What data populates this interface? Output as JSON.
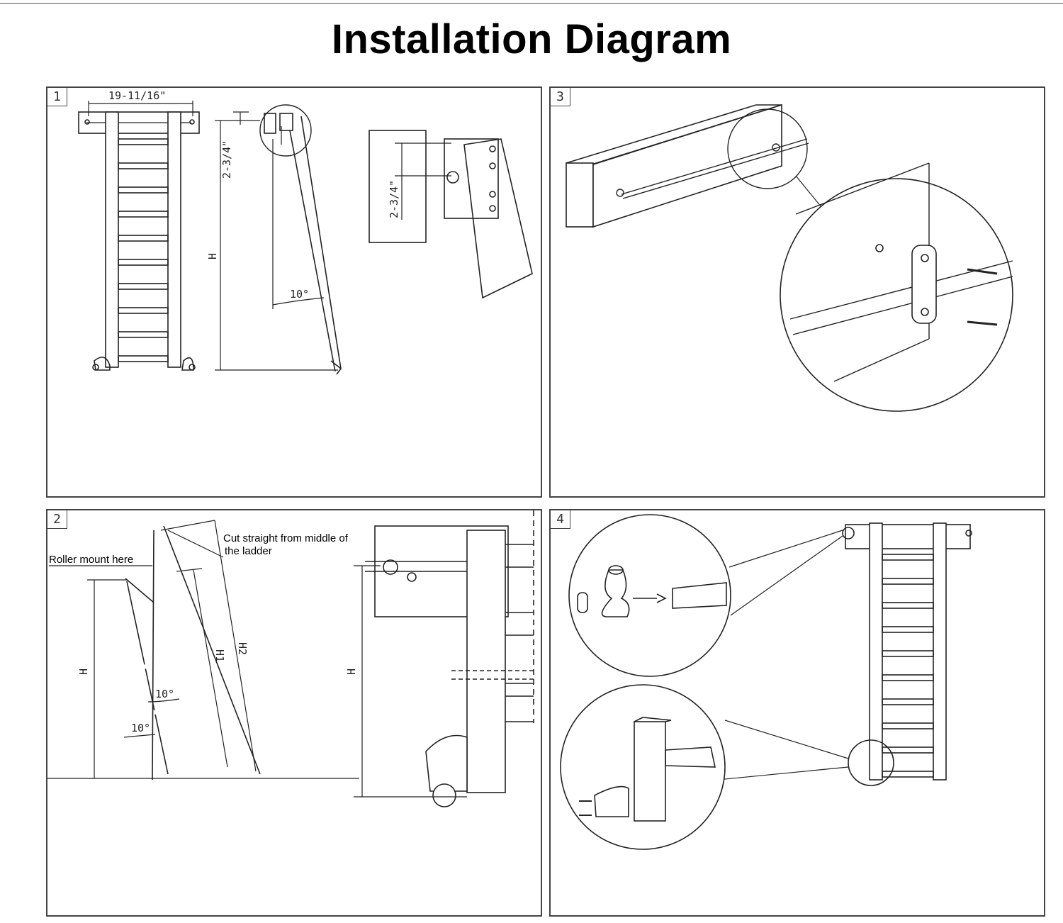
{
  "title": "Installation Diagram",
  "panels": [
    {
      "number": "1",
      "dims": {
        "width": "19-11/16\"",
        "offset": "2-3/4\"",
        "offset_detail": "2-3/4\"",
        "height": "H",
        "angle": "10°"
      }
    },
    {
      "number": "2",
      "labels": {
        "roller_mount": "Roller mount here",
        "cut_line1": "Cut straight from middle of",
        "cut_line2": "the ladder"
      },
      "dims": {
        "h": "H",
        "h1": "H1",
        "h2": "H2",
        "angle_a": "10°",
        "angle_b": "10°",
        "h_right": "H"
      }
    },
    {
      "number": "3"
    },
    {
      "number": "4"
    }
  ]
}
